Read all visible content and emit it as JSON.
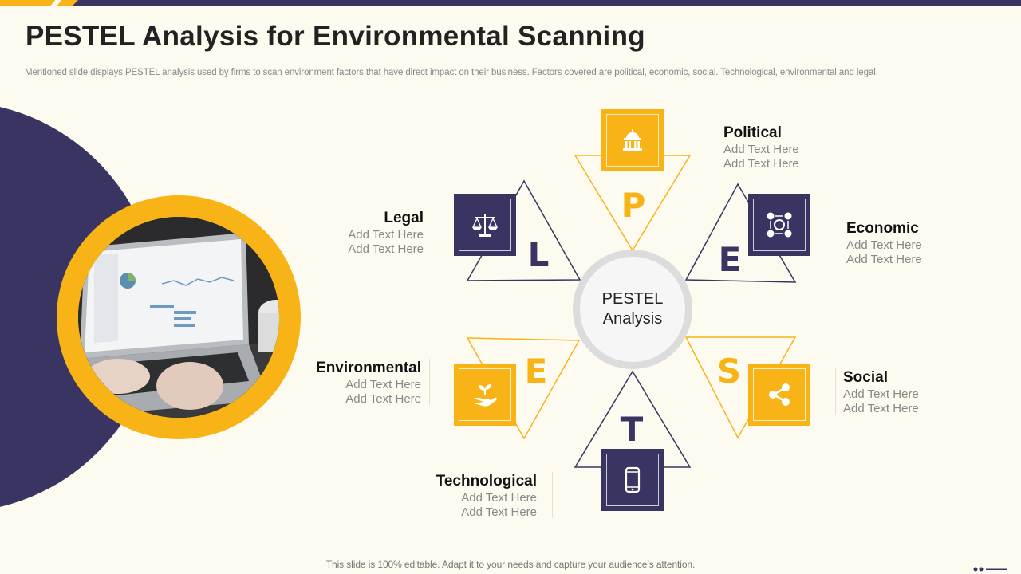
{
  "slide": {
    "title": "PESTEL Analysis for Environmental Scanning",
    "subtitle": "Mentioned slide displays PESTEL analysis used by firms to scan environment factors that have direct impact on their business. Factors covered are political, economic, social. Technological, environmental and legal.",
    "footer": "This slide is 100% editable. Adapt it to your needs and capture your audience’s attention."
  },
  "center": {
    "line1": "PESTEL",
    "line2": "Analysis"
  },
  "letters": {
    "p": "P",
    "e1": "E",
    "s": "S",
    "t": "T",
    "e2": "E",
    "l": "L"
  },
  "factors": {
    "political": {
      "title": "Political",
      "line1": "Add Text Here",
      "line2": "Add Text Here",
      "icon": "capitol-building-icon"
    },
    "economic": {
      "title": "Economic",
      "line1": "Add Text Here",
      "line2": "Add Text Here",
      "icon": "money-exchange-icon"
    },
    "social": {
      "title": "Social",
      "line1": "Add Text Here",
      "line2": "Add Text Here",
      "icon": "share-icon"
    },
    "technological": {
      "title": "Technological",
      "line1": "Add Text Here",
      "line2": "Add Text Here",
      "icon": "smartphone-icon"
    },
    "environmental": {
      "title": "Environmental",
      "line1": "Add Text Here",
      "line2": "Add Text Here",
      "icon": "plant-in-hand-icon"
    },
    "legal": {
      "title": "Legal",
      "line1": "Add Text Here",
      "line2": "Add Text Here",
      "icon": "scales-icon"
    }
  },
  "colors": {
    "navy": "#393462",
    "yellow": "#f8b417",
    "background": "#fdfaf0"
  }
}
